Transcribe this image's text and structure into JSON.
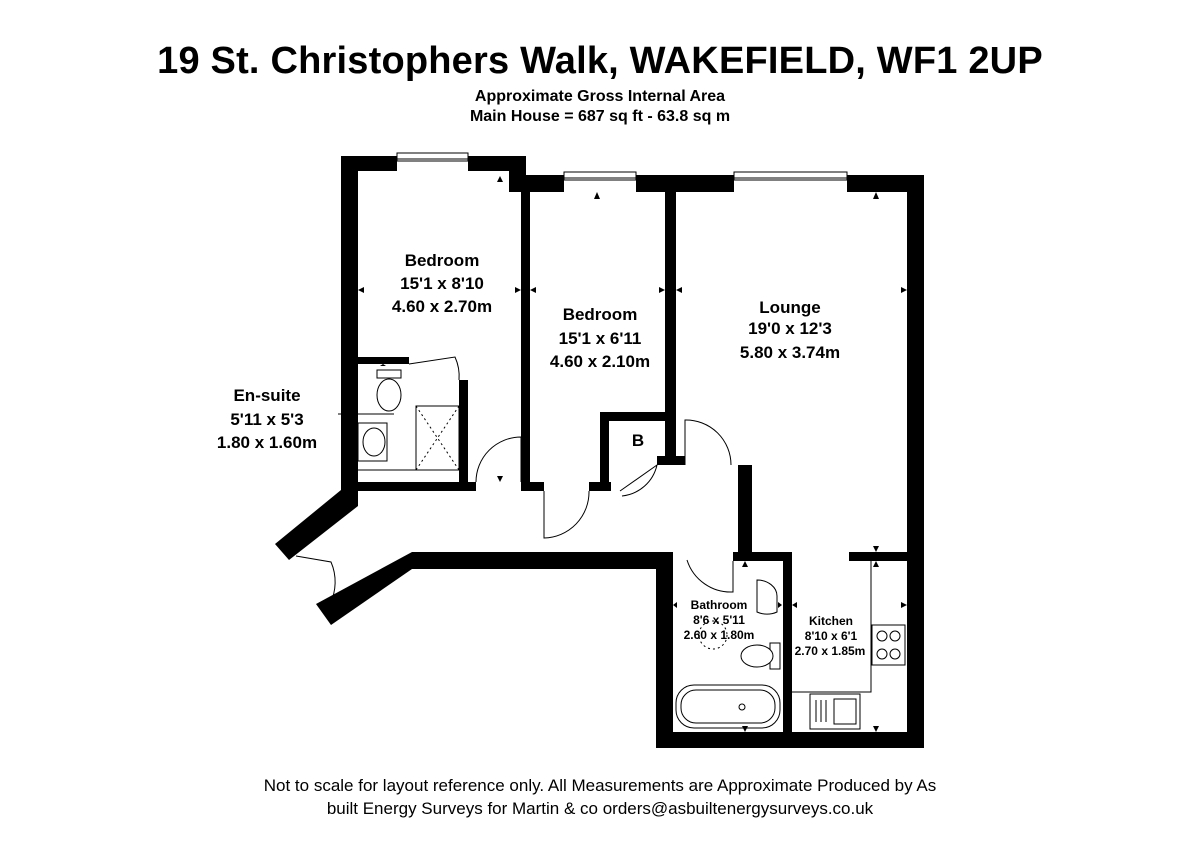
{
  "header": {
    "title": "19 St. Christophers Walk, WAKEFIELD, WF1 2UP",
    "subtitle_line1": "Approximate Gross Internal Area",
    "subtitle_line2": "Main House = 687 sq ft -  63.8 sq m"
  },
  "rooms": {
    "bedroom1": {
      "name": "Bedroom",
      "imperial": "15'1 x 8'10",
      "metric": "4.60 x 2.70m"
    },
    "bedroom2": {
      "name": "Bedroom",
      "imperial": "15'1 x 6'11",
      "metric": "4.60 x 2.10m"
    },
    "lounge": {
      "name": "Lounge",
      "imperial": "19'0 x 12'3",
      "metric": "5.80 x 3.74m"
    },
    "ensuite": {
      "name": "En-suite",
      "imperial": "5'11 x 5'3",
      "metric": "1.80 x 1.60m"
    },
    "bathroom": {
      "name": "Bathroom",
      "imperial": "8'6 x 5'11",
      "metric": "2.60 x 1.80m"
    },
    "kitchen": {
      "name": "Kitchen",
      "imperial": "8'10 x 6'1",
      "metric": "2.70 x 1.85m"
    },
    "boiler": {
      "name": "B"
    }
  },
  "footer": {
    "line1": "Not to scale for layout reference only. All Measurements are Approximate Produced by As",
    "line2": "built Energy Surveys for Martin & co orders@asbuiltenergysurveys.co.uk"
  }
}
